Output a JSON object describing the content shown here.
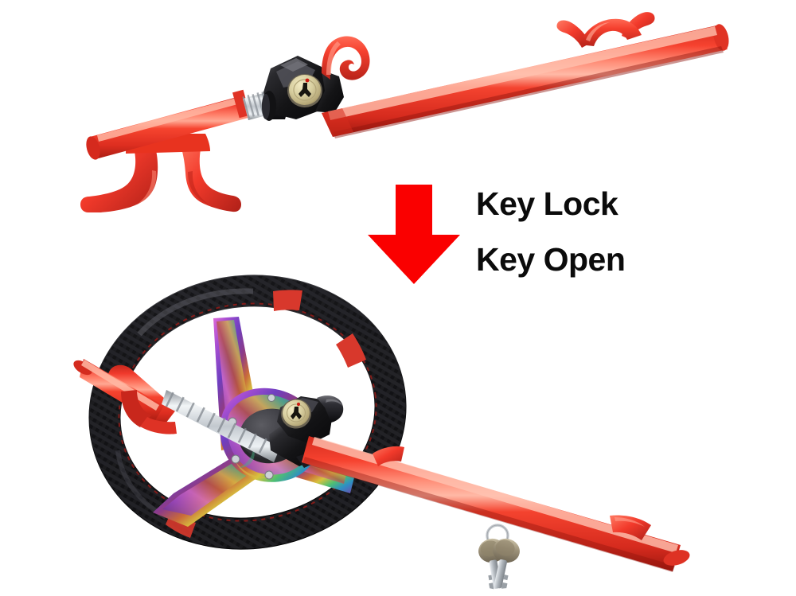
{
  "product": {
    "name": "Universal Car Steering Wheel Lock",
    "type": "anti-theft security bar"
  },
  "annotations": {
    "key_lock_label": "Key Lock",
    "key_open_label": "Key Open"
  },
  "arrow": {
    "name": "down-arrow",
    "direction": "down",
    "color": "#FA0000",
    "points_from": "Key Lock",
    "points_to": "Key Open"
  },
  "colors": {
    "background": "#FFFFFF",
    "bar_red": "#F2382B",
    "bar_red_light": "#FF6A55",
    "bar_red_dark": "#C4231A",
    "arrow_red": "#FA0000",
    "lock_body_black": "#1A1A1C",
    "lock_cylinder_brass": "#D8CFA0",
    "keyhole_black": "#1C1A16",
    "keyhole_dot_red": "#CC1A11",
    "carbon_black": "#1C1C1E",
    "carbon_highlight": "#3A3A3E",
    "stitch_red": "#8E1C18",
    "chrome": "#D7DADD",
    "key_brass": "#9A8F78",
    "text_black": "#0B0B0B"
  },
  "top_unit": {
    "name": "steering-wheel-lock-unlocked",
    "state": "extended / key lock",
    "parts": [
      {
        "name": "left-yoke-fork",
        "color": "#F2382B"
      },
      {
        "name": "inner-sliding-tube",
        "color": "#F2382B"
      },
      {
        "name": "chrome-ratchet-rod",
        "color": "#D7DADD"
      },
      {
        "name": "lock-housing",
        "color": "#1A1A1C"
      },
      {
        "name": "key-cylinder",
        "color": "#D8CFA0"
      },
      {
        "name": "j-hook",
        "color": "#F2382B"
      },
      {
        "name": "main-bar",
        "color": "#F2382B"
      },
      {
        "name": "right-yoke-fork",
        "color": "#F2382B"
      }
    ]
  },
  "bottom_unit": {
    "name": "lock-installed-on-steering-wheel",
    "state": "mounted / key open",
    "parts": [
      {
        "name": "steering-wheel-rim",
        "finish": "carbon-fiber",
        "color": "#1C1C1E"
      },
      {
        "name": "rim-red-accent-marker",
        "color": "#D8382C",
        "count": 3
      },
      {
        "name": "rim-red-stitching",
        "color": "#8E1C18"
      },
      {
        "name": "center-hub",
        "finish": "neo-chrome-iridescent"
      },
      {
        "name": "hub-center-cap",
        "color": "#3B3B3E"
      },
      {
        "name": "hub-bolts",
        "color": "#C9CDD2",
        "count": 6
      },
      {
        "name": "left-bar-end",
        "color": "#F2382B"
      },
      {
        "name": "chrome-ratchet-rod",
        "color": "#D7DADD"
      },
      {
        "name": "lock-housing",
        "color": "#1A1A1C"
      },
      {
        "name": "key-cylinder",
        "color": "#D8CFA0"
      },
      {
        "name": "main-bar",
        "color": "#F2382B"
      },
      {
        "name": "bar-end-fork",
        "color": "#F2382B"
      }
    ]
  },
  "keys": {
    "name": "key-pair-on-ring",
    "count": 2,
    "head_color": "#9A8F78",
    "blade_color": "#BFC4C9",
    "ring_color": "#C6CACE"
  }
}
